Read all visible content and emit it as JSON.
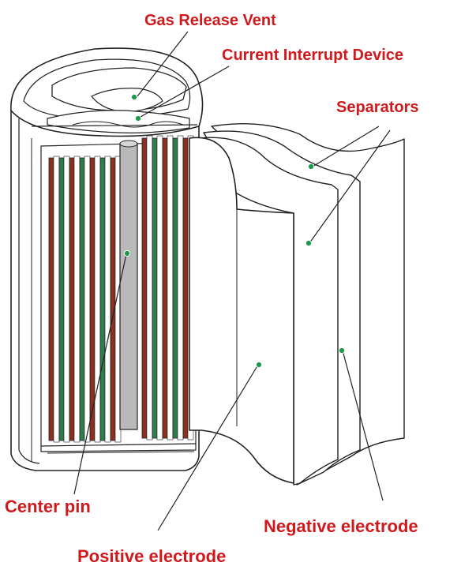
{
  "diagram": {
    "label_color": "#d0191c",
    "marker_color": "#1a9a4a",
    "colors": {
      "outline": "#222222",
      "cathode_strip": "#8b2f1f",
      "anode_strip": "#2f7d4d",
      "center_pin": "#b9b9b9"
    },
    "labels": {
      "gas_release_vent": "Gas Release Vent",
      "current_interrupt_device": "Current Interrupt Device",
      "separators": "Separators",
      "center_pin": "Center pin",
      "negative_electrode": "Negative electrode",
      "positive_electrode": "Positive electrode"
    }
  }
}
